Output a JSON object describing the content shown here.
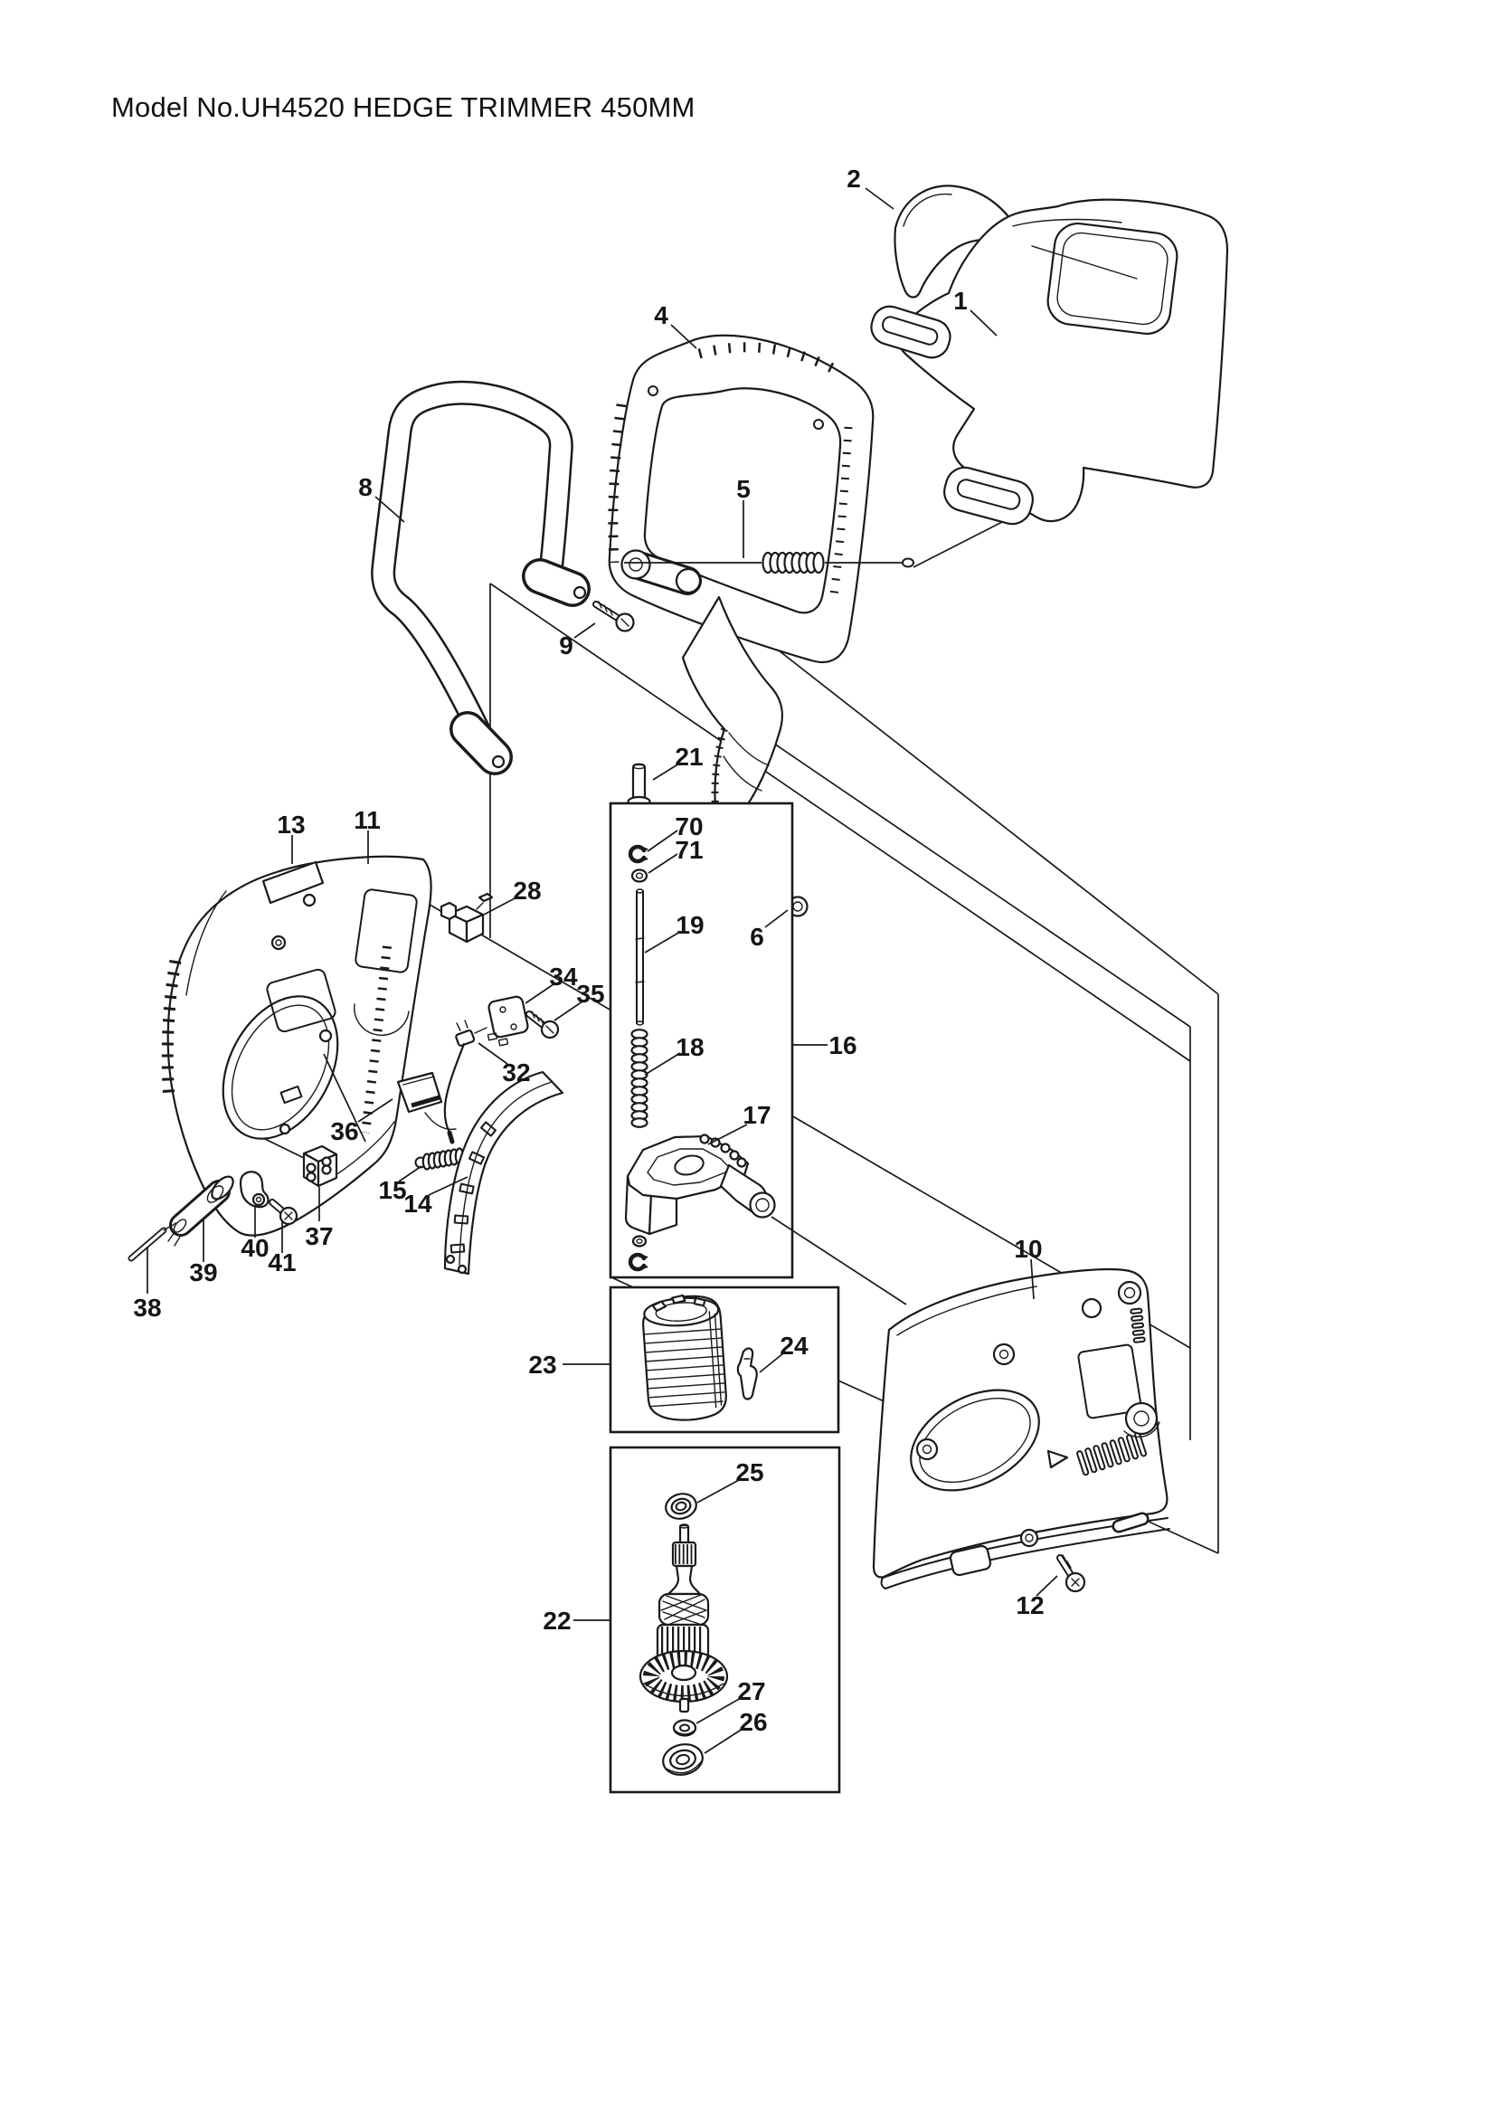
{
  "title": "Model No.UH4520 HEDGE TRIMMER 450MM",
  "diagram": {
    "type": "exploded-parts-diagram",
    "model": "UH4520",
    "product": "HEDGE TRIMMER 450MM"
  },
  "colors": {
    "ink": "#1a1a1a",
    "background": "#ffffff"
  },
  "labels": {
    "l1": "1",
    "l2": "2",
    "l4": "4",
    "l5": "5",
    "l6": "6",
    "l8": "8",
    "l9": "9",
    "l10": "10",
    "l11": "11",
    "l12": "12",
    "l13": "13",
    "l14": "14",
    "l15": "15",
    "l16": "16",
    "l17": "17",
    "l18": "18",
    "l19": "19",
    "l21": "21",
    "l22": "22",
    "l23": "23",
    "l24": "24",
    "l25": "25",
    "l26": "26",
    "l27": "27",
    "l28": "28",
    "l32": "32",
    "l34": "34",
    "l35": "35",
    "l36": "36",
    "l37": "37",
    "l38": "38",
    "l39": "39",
    "l40": "40",
    "l41": "41",
    "l70": "70",
    "l71": "71"
  }
}
